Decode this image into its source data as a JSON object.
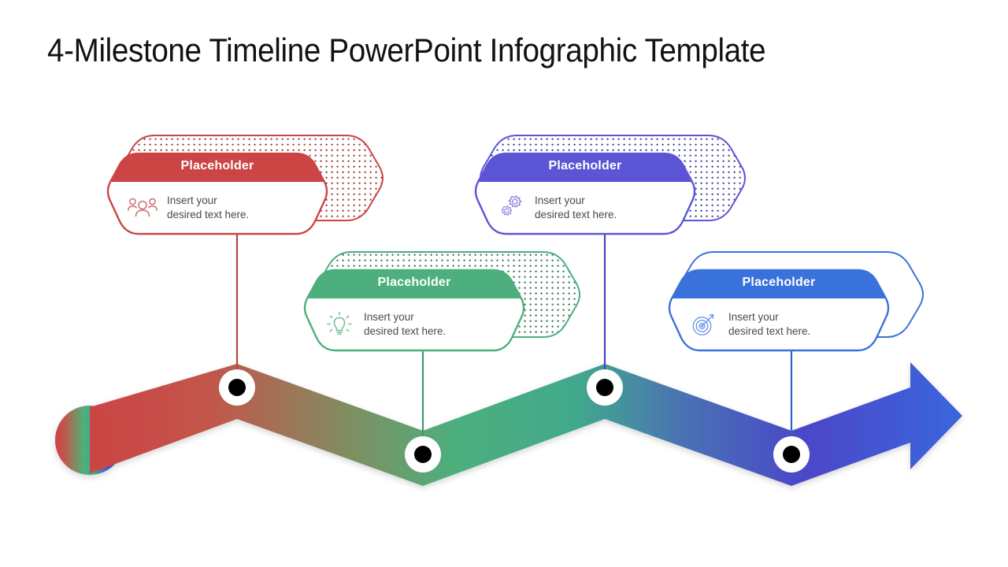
{
  "page": {
    "title": "4-Milestone Timeline PowerPoint Infographic Template",
    "background": "#ffffff"
  },
  "milestones": [
    {
      "id": "milestone-1",
      "header": "Placeholder",
      "text_line1": "Insert your",
      "text_line2": "desired text here.",
      "icon": "people-group-icon",
      "color": "#cc4444",
      "back_pattern": "dots",
      "position": "raised"
    },
    {
      "id": "milestone-2",
      "header": "Placeholder",
      "text_line1": "Insert your",
      "text_line2": "desired text here.",
      "icon": "lightbulb-icon",
      "color": "#4caf7d",
      "back_pattern": "dots",
      "position": "lowered"
    },
    {
      "id": "milestone-3",
      "header": "Placeholder",
      "text_line1": "Insert your",
      "text_line2": "desired text here.",
      "icon": "gears-icon",
      "color": "#5b55d6",
      "back_pattern": "dots",
      "position": "raised"
    },
    {
      "id": "milestone-4",
      "header": "Placeholder",
      "text_line1": "Insert your",
      "text_line2": "desired text here.",
      "icon": "target-icon",
      "color": "#3a72db",
      "back_pattern": "none",
      "position": "lowered"
    }
  ],
  "timeline": {
    "name": "zigzag-arrow-path",
    "gradient_stops": [
      "#cc4444",
      "#4caf7d",
      "#3a55cc"
    ],
    "start_cap": "round-red-cap",
    "end_cap": "blue-arrowhead",
    "marker_outer_color": "#ffffff",
    "marker_inner_color": "#000000",
    "marker_count": 4
  }
}
